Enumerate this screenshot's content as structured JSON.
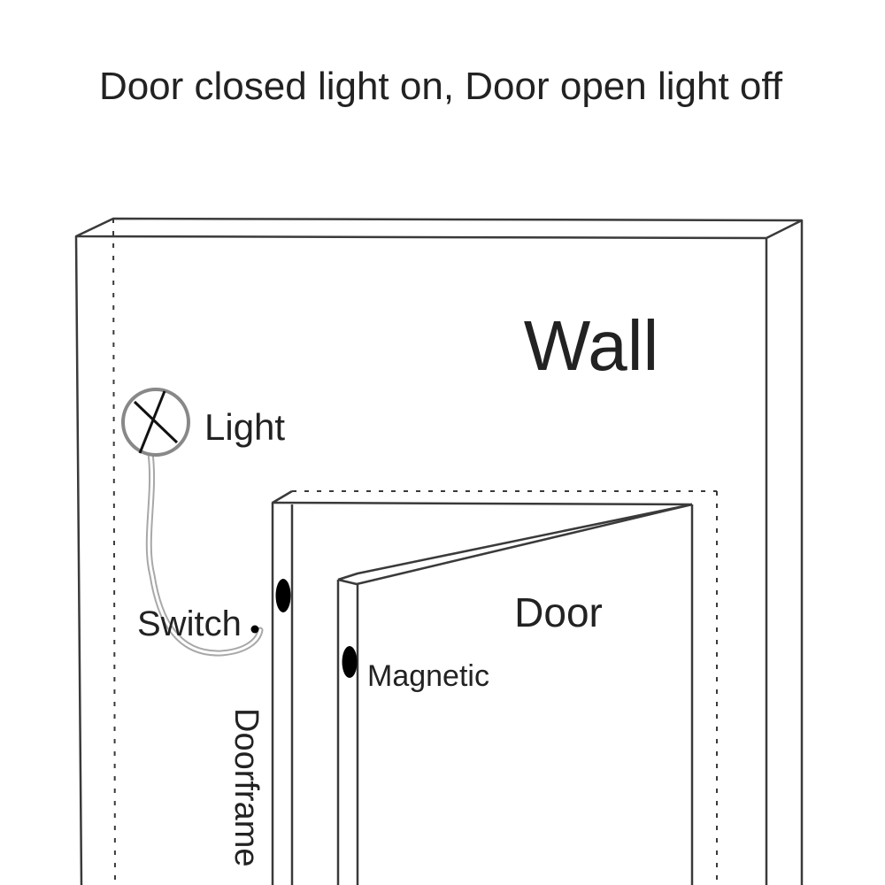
{
  "title": "Door closed light on, Door open light off",
  "labels": {
    "wall": "Wall",
    "light": "Light",
    "door": "Door",
    "switch": "Switch",
    "magnetic": "Magnetic",
    "doorframe": "Doorframe"
  },
  "colors": {
    "line": "#3a3a3a",
    "text": "#222222",
    "cable": "#9a9a9a",
    "lamp_ring": "#888888",
    "sensor": "#000000",
    "background": "#ffffff"
  },
  "icons": {
    "light": "lamp-symbol-icon",
    "switch": "reed-switch-icon",
    "magnet": "magnet-icon"
  }
}
